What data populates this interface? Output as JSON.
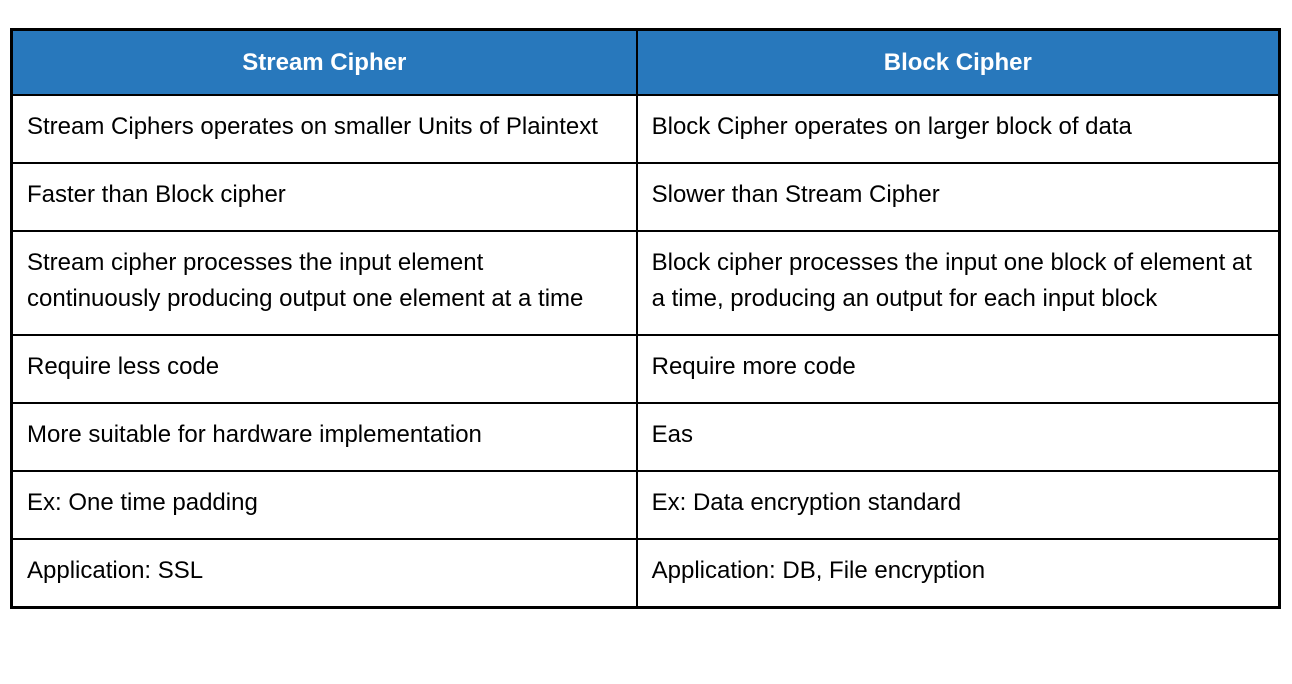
{
  "table": {
    "headers": [
      "Stream Cipher",
      "Block Cipher"
    ],
    "rows": [
      [
        "Stream Ciphers operates on smaller Units of Plaintext",
        "Block Cipher operates on larger block of data"
      ],
      [
        "Faster than Block cipher",
        "Slower than Stream Cipher"
      ],
      [
        "Stream cipher processes the input element continuously producing output one element at a time",
        "Block cipher processes the input one block of element at a time, producing an output for each input block"
      ],
      [
        "Require less code",
        "Require more code"
      ],
      [
        "More suitable for hardware implementation",
        "Eas"
      ],
      [
        "Ex: One time padding",
        "Ex: Data encryption standard"
      ],
      [
        "Application: SSL",
        "Application: DB, File encryption"
      ]
    ]
  },
  "colors": {
    "header_background": "#2878BC",
    "header_text": "#FFFFFF",
    "border": "#000000",
    "body_text": "#000000",
    "page_background": "#FFFFFF"
  }
}
